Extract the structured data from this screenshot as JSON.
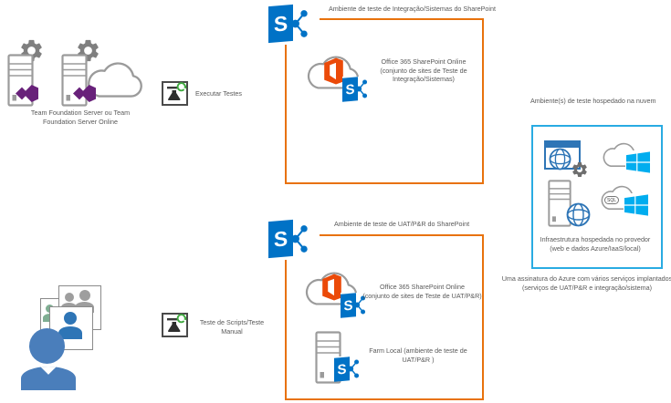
{
  "colors": {
    "orange_border": "#E8720C",
    "cyan_border": "#29ABE2",
    "sharepoint_blue": "#0072C6",
    "office_orange": "#EB4A09",
    "vs_purple": "#68217A",
    "windows_cyan": "#00ADEF",
    "icon_gray": "#9B9B9B",
    "gear_gray": "#7F7F7F",
    "text_gray": "#595959",
    "test_arrow_green": "#3FA93F",
    "globe_blue": "#2E75B6",
    "person_blue": "#4A7EBB",
    "person_green": "#7FAE92",
    "person_gray": "#9E9E9E"
  },
  "left_column": {
    "tfs_label": "Team Foundation Server ou Team\nFoundation Server Online",
    "run_tests_label": "Executar Testes",
    "manual_tests_label": "Teste de Scripts/Teste\nManual"
  },
  "integration_box": {
    "title": "Ambiente de teste de Integração/Sistemas do SharePoint",
    "office_label": "Office 365 SharePoint Online\n(conjunto de sites de Teste de\nIntegração/Sistemas)"
  },
  "uat_box": {
    "title": "Ambiente de teste de UAT/P&R do SharePoint",
    "office_label": "Office 365 SharePoint Online\n(conjunto de sites de Teste de UAT/P&R)",
    "farm_label": "Farm Local (ambiente de teste de\nUAT/P&R )"
  },
  "cloud_box": {
    "title": "Ambiente(s) de teste hospedado na nuvem",
    "infra_label": "Infraestrutura hospedada no provedor\n(web e dados Azure/IaaS/local)",
    "subscription_label": "Uma assinatura do Azure com vários serviços implantados\n(serviços de UAT/P&R e integração/sistema)"
  },
  "icons": {
    "sharepoint_letter": "S",
    "sql_label": "SQL"
  }
}
